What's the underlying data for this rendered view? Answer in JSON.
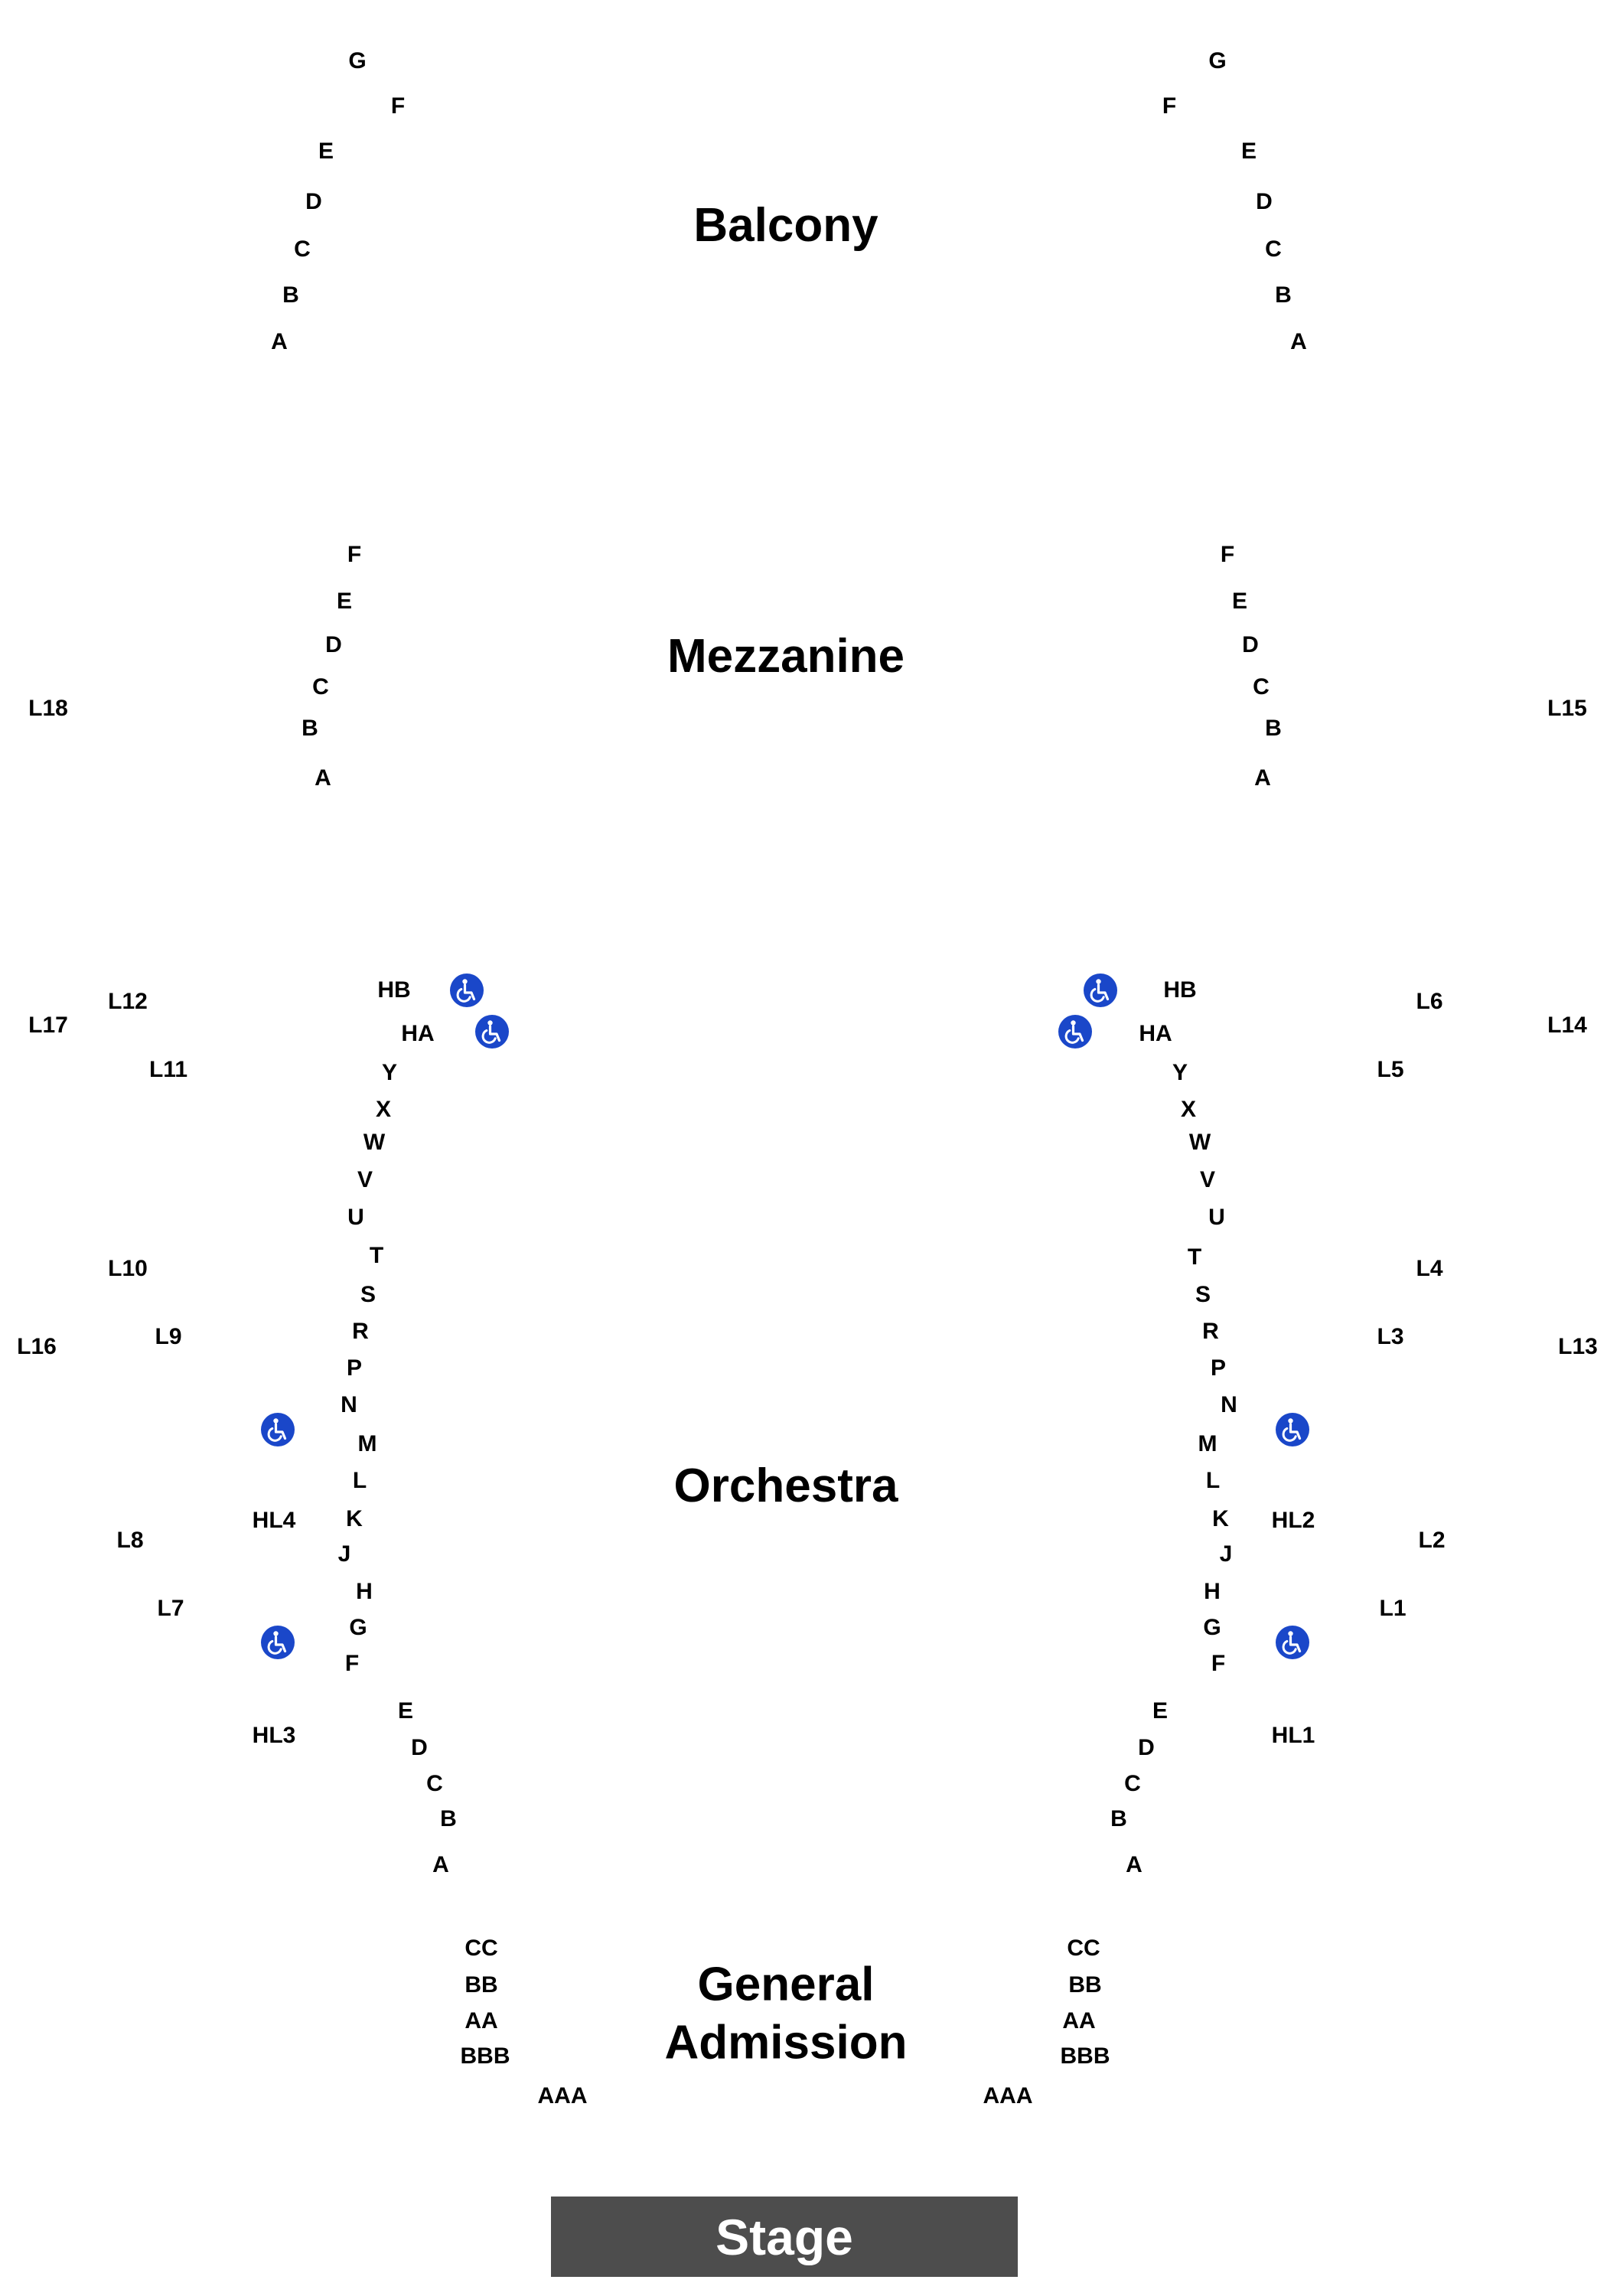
{
  "sections": {
    "balcony": "Balcony",
    "mezzanine": "Mezzanine",
    "orchestra": "Orchestra",
    "general_admission": "General Admission",
    "stage": "Stage"
  },
  "rows": {
    "balcony_left": [
      "G",
      "F",
      "E",
      "D",
      "C",
      "B",
      "A"
    ],
    "balcony_right": [
      "G",
      "F",
      "E",
      "D",
      "C",
      "B",
      "A"
    ],
    "mezzanine_left": [
      "F",
      "E",
      "D",
      "C",
      "B",
      "A"
    ],
    "mezzanine_right": [
      "F",
      "E",
      "D",
      "C",
      "B",
      "A"
    ],
    "orchestra_left": [
      "HB",
      "HA",
      "Y",
      "X",
      "W",
      "V",
      "U",
      "T",
      "S",
      "R",
      "P",
      "N",
      "M",
      "L",
      "K",
      "J",
      "H",
      "G",
      "F",
      "E",
      "D",
      "C",
      "B",
      "A"
    ],
    "orchestra_right": [
      "HB",
      "HA",
      "Y",
      "X",
      "W",
      "V",
      "U",
      "T",
      "S",
      "R",
      "P",
      "N",
      "M",
      "L",
      "K",
      "J",
      "H",
      "G",
      "F",
      "E",
      "D",
      "C",
      "B",
      "A"
    ],
    "ga_left": [
      "CC",
      "BB",
      "AA",
      "BBB",
      "AAA"
    ],
    "ga_right": [
      "CC",
      "BB",
      "AA",
      "BBB",
      "AAA"
    ]
  },
  "loges": {
    "left_outer": [
      "L18",
      "L17",
      "L16"
    ],
    "left_mid": [
      "L12",
      "L11",
      "L10",
      "L9",
      "L8",
      "L7"
    ],
    "left_house": [
      "HL4",
      "HL3"
    ],
    "right_outer": [
      "L15",
      "L14",
      "L13"
    ],
    "right_mid": [
      "L6",
      "L5",
      "L4",
      "L3",
      "L2",
      "L1"
    ],
    "right_house": [
      "HL2",
      "HL1"
    ]
  },
  "accessibility": {
    "icon": "wheelchair-icon",
    "color": "#1a47c9",
    "count": 8
  },
  "colors": {
    "stage_background": "#4d4d4d",
    "stage_text": "#ffffff",
    "text": "#000000"
  }
}
